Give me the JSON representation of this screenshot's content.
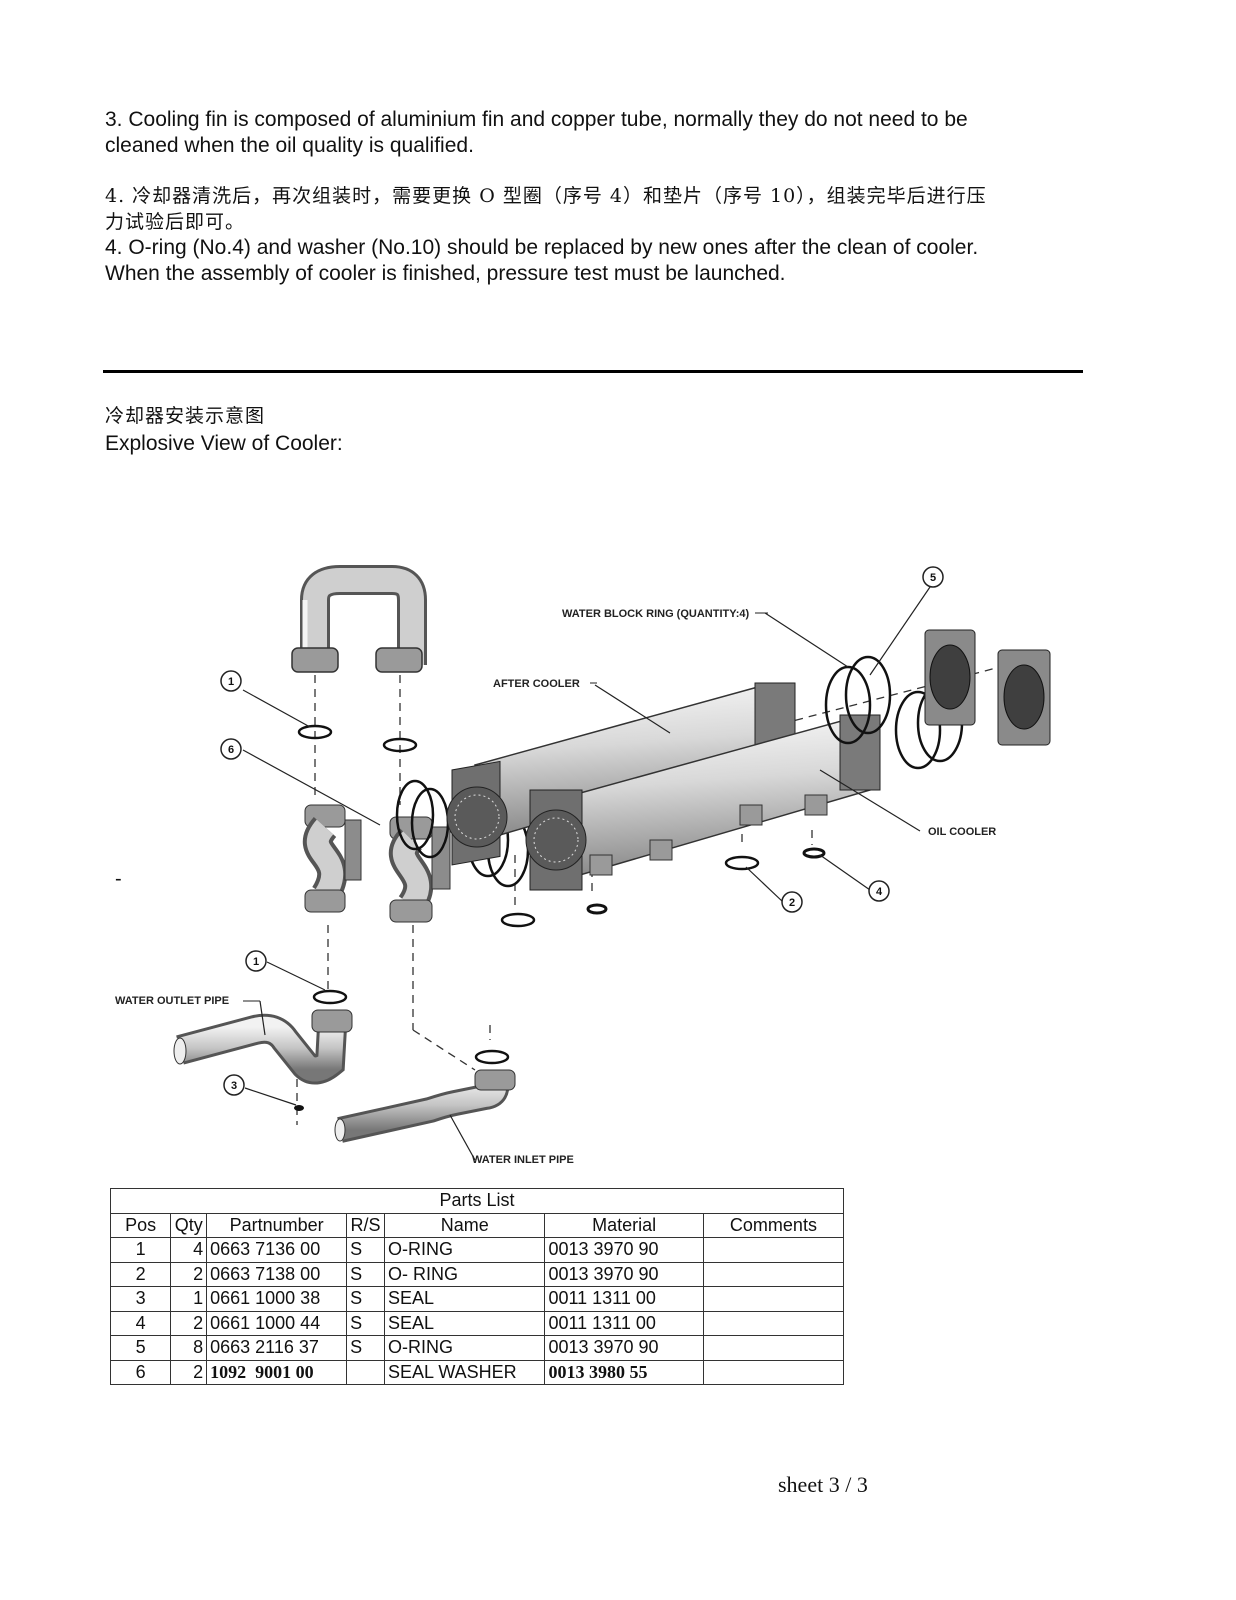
{
  "text": {
    "p3_line1": "3. Cooling fin is composed of aluminium fin and copper tube, normally they do not need to be",
    "p3_line2": "cleaned when the oil quality is qualified.",
    "p4_cn_line1": "4. 冷却器清洗后，再次组装时，需要更换 O 型圈（序号 4）和垫片（序号 10），组装完毕后进行压",
    "p4_cn_line2": "力试验后即可。",
    "p4_en_line1": "4. O-ring (No.4) and washer (No.10) should be replaced by new ones after the clean of cooler.",
    "p4_en_line2": "When the assembly of cooler is finished, pressure test must be launched.",
    "section_cn": "冷却器安装示意图",
    "section_en": "Explosive View of Cooler:",
    "stray_dash": "-",
    "sheet": "sheet 3 / 3"
  },
  "diagram": {
    "labels": {
      "water_block_ring": "WATER BLOCK RING (QUANTITY:4)",
      "after_cooler": "AFTER COOLER",
      "oil_cooler": "OIL COOLER",
      "water_outlet_pipe": "WATER OUTLET PIPE",
      "water_inlet_pipe": "WATER INLET PIPE"
    },
    "callouts": [
      "1",
      "6",
      "1",
      "3",
      "2",
      "4",
      "5"
    ]
  },
  "parts_list": {
    "title": "Parts List",
    "headers": [
      "Pos",
      "Qty",
      "Partnumber",
      "R/S",
      "Name",
      "Material",
      "Comments"
    ],
    "rows": [
      [
        "1",
        "4",
        "0663 7136 00",
        "S",
        "O-RING",
        "0013 3970 90",
        ""
      ],
      [
        "2",
        "2",
        "0663 7138 00",
        "S",
        "O- RING",
        "0013 3970 90",
        ""
      ],
      [
        "3",
        "1",
        "0661 1000 38",
        "S",
        "SEAL",
        "0011 1311 00",
        ""
      ],
      [
        "4",
        "2",
        "0661 1000 44",
        "S",
        "SEAL",
        "0011 1311 00",
        ""
      ],
      [
        "5",
        "8",
        "0663 2116 37",
        "S",
        "O-RING",
        "0013 3970 90",
        ""
      ],
      [
        "6",
        "2",
        "1092  9001 00",
        "",
        "SEAL WASHER",
        "0013 3980 55",
        ""
      ]
    ]
  }
}
